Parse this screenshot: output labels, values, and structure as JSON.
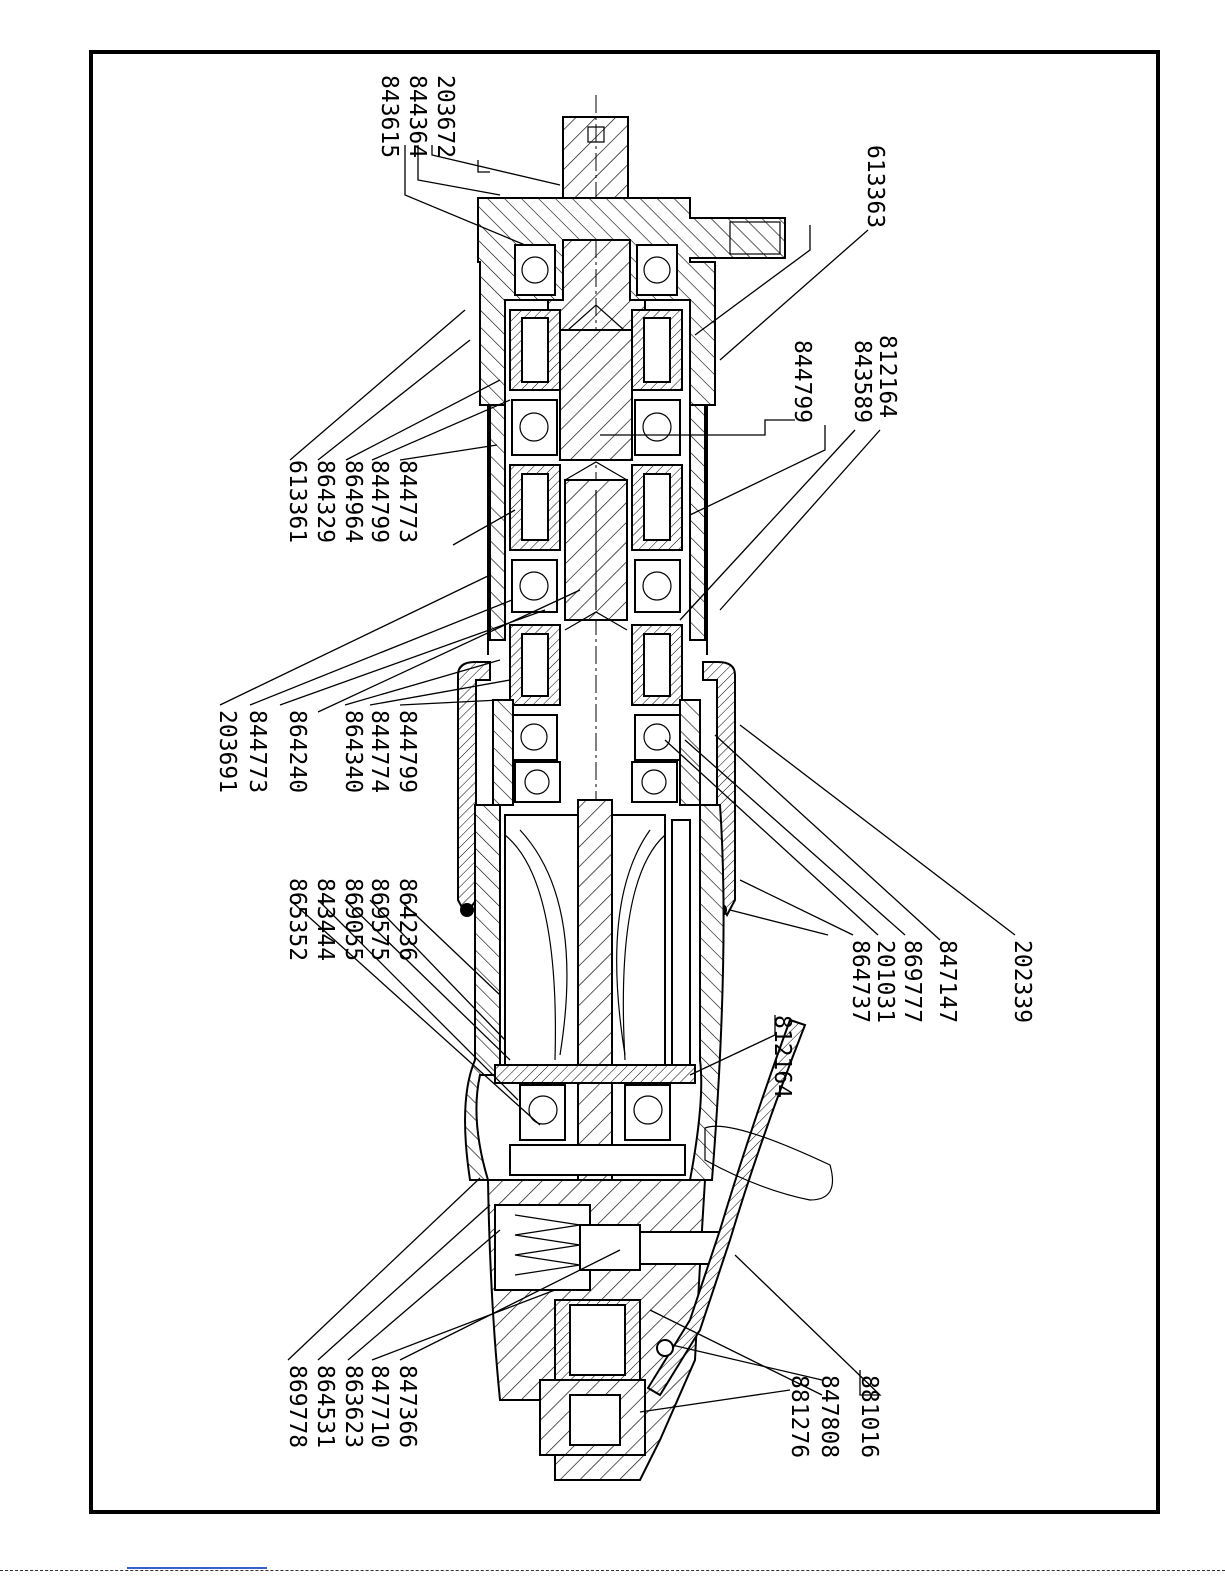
{
  "drawing": {
    "labels_top": [
      "203672",
      "844364",
      "843615",
      "613363",
      "812164",
      "843589",
      "844799"
    ],
    "labels_left_group1": [
      "844773",
      "844799",
      "864964",
      "864329",
      "613361"
    ],
    "labels_left_group2": [
      "844799",
      "844774",
      "864340",
      "864240",
      "844773",
      "203691"
    ],
    "labels_right_group": [
      "202339",
      "847147",
      "869777",
      "201031",
      "864737",
      "812164"
    ],
    "labels_rotor_group": [
      "864236",
      "869575",
      "869055",
      "843444",
      "865352"
    ],
    "labels_bottom_left": [
      "847366",
      "847710",
      "863623",
      "864531",
      "869778"
    ],
    "labels_bottom_right": [
      "881016",
      "847808",
      "881276"
    ]
  },
  "colors": {
    "line": "#000000",
    "hatch": "#000000",
    "paper": "#ffffff",
    "link_rule": "#3a5fcd"
  }
}
